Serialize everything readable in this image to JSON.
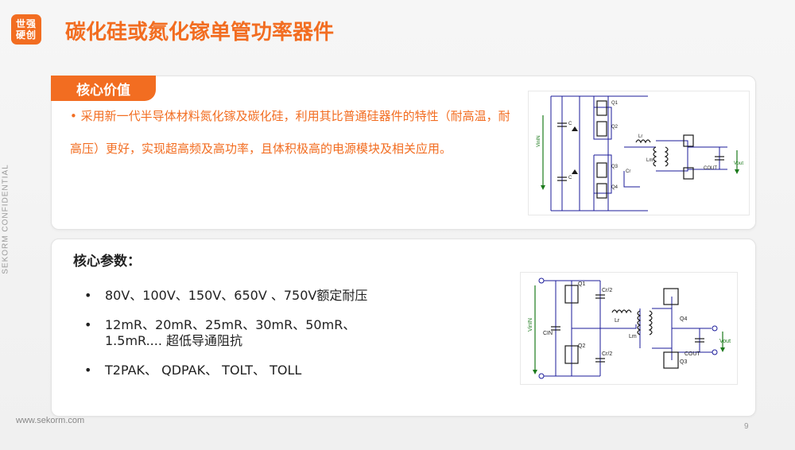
{
  "brand": {
    "logo_line1": "世强",
    "logo_line2": "硬创",
    "accent": "#f26d21"
  },
  "page": {
    "title": "碳化硅或氮化镓单管功率器件",
    "side_label": "SEKORM CONFIDENTIAL",
    "footer": "www.sekorm.com",
    "page_number": "9"
  },
  "value_section": {
    "tag": "核心价值",
    "text": "• 采用新一代半导体材料氮化镓及碳化硅，利用其比普通硅器件的特性（耐高温，耐高压）更好，实现超高频及高功率，且体积极高的电源模块及相关应用。"
  },
  "params_section": {
    "title": "核心参数：",
    "items": [
      "80V、100V、150V、650V 、750V额定耐压",
      "12mR、20mR、25mR、30mR、50mR、1.5mR.... 超低导通阻抗",
      "T2PAK、 QDPAK、 TOLT、 TOLL"
    ]
  },
  "circuit1": {
    "labels": {
      "vin": "VinIN",
      "c_top": "C",
      "c_bot": "C",
      "q1": "Q1",
      "q2": "Q2",
      "q3": "Q3",
      "q4": "Q4",
      "lr": "Lr",
      "lm": "Lm",
      "cr": "Cr",
      "cout": "COUT",
      "vout": "Vout"
    }
  },
  "circuit2": {
    "labels": {
      "vin": "VinIN",
      "cin": "CIN",
      "q1": "Q1",
      "q2": "Q2",
      "q3": "Q3",
      "q4": "Q4",
      "c1": "Cr/2",
      "c2": "Cr/2",
      "lr": "Lr",
      "lm": "Lm",
      "cout": "COUT",
      "vout": "Vout"
    }
  }
}
